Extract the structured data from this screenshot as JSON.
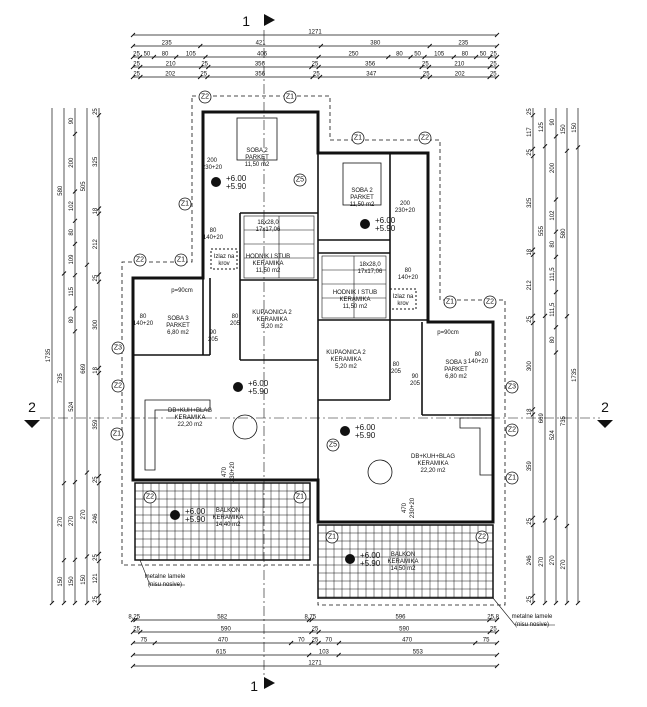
{
  "section_markers": {
    "vertical": "1",
    "horizontal": "2"
  },
  "dimensions": {
    "top_rows": [
      [
        "1271"
      ],
      [
        "235",
        "421",
        "380",
        "235"
      ],
      [
        "25",
        "50",
        "80",
        "105",
        "406",
        "250",
        "80",
        "50",
        "105",
        "80",
        "50",
        "25"
      ],
      [
        "25",
        "210",
        "25",
        "356",
        "25",
        "356",
        "25",
        "210",
        "25"
      ],
      [
        "25",
        "202",
        "25",
        "356",
        "25",
        "347",
        "25",
        "202",
        "25"
      ]
    ],
    "bottom_rows": [
      [
        "8,25",
        "582",
        "8,75",
        "596",
        "25,8"
      ],
      [
        "25",
        "590",
        "25",
        "590",
        "25"
      ],
      [
        "75",
        "470",
        "70",
        "25",
        "70",
        "470",
        "75"
      ],
      [
        "615",
        "103",
        "553"
      ],
      [
        "1271"
      ]
    ],
    "left_cols": [
      [
        "1735"
      ],
      [
        "580",
        "735",
        "270",
        "150"
      ],
      [
        "90",
        "200",
        "102",
        "80",
        "109",
        "115",
        "80",
        "524",
        "270",
        "150"
      ],
      [
        "505",
        "669",
        "270",
        "150"
      ],
      [
        "25",
        "325",
        "18",
        "212",
        "25",
        "300",
        "18",
        "359",
        "25",
        "246",
        "25",
        "121",
        "25"
      ]
    ],
    "right_cols": [
      [
        "25",
        "117",
        "25",
        "325",
        "18",
        "212",
        "25",
        "300",
        "18",
        "359",
        "25",
        "246",
        "25"
      ],
      [
        "125",
        "555",
        "669",
        "270"
      ],
      [
        "90",
        "200",
        "102",
        "80",
        "111,5",
        "111,5",
        "80",
        "524",
        "270"
      ],
      [
        "150",
        "580",
        "735",
        "270"
      ],
      [
        "150",
        "1735"
      ]
    ]
  },
  "rooms": [
    {
      "lines": [
        "SOBA 2",
        "PARKET",
        "11,50 m2"
      ]
    },
    {
      "lines": [
        "SOBA 2",
        "PARKET",
        "11,50 m2"
      ]
    },
    {
      "lines": [
        "HODNIK I STUB",
        "KERAMIKA",
        "11,50 m2"
      ]
    },
    {
      "lines": [
        "HODNIK I STUB",
        "KERAMIKA",
        "11,50 m2"
      ]
    },
    {
      "lines": [
        "KUPAONICA 2",
        "KERAMIKA",
        "5,20 m2"
      ]
    },
    {
      "lines": [
        "KUPAONICA 2",
        "KERAMIKA",
        "5,20 m2"
      ]
    },
    {
      "lines": [
        "SOBA 3",
        "PARKET",
        "6,80 m2"
      ]
    },
    {
      "lines": [
        "SOBA 3",
        "PARKET",
        "6,80 m2"
      ]
    },
    {
      "lines": [
        "DB+KUH+BLAG",
        "KERAMIKA",
        "22,20 m2"
      ]
    },
    {
      "lines": [
        "DB+KUH+BLAG",
        "KERAMIKA",
        "22,20 m2"
      ]
    },
    {
      "lines": [
        "BALKON",
        "KERAMIKA",
        "14,40 m2"
      ]
    },
    {
      "lines": [
        "BALKON",
        "KERAMIKA",
        "14,50 m2"
      ]
    },
    {
      "lines": [
        "Izlaz na",
        "krov"
      ]
    },
    {
      "lines": [
        "Izlaz na",
        "krov"
      ]
    },
    {
      "lines": [
        "18x28,0",
        "17x17,06"
      ]
    },
    {
      "lines": [
        "18x28,0",
        "17x17,06"
      ]
    }
  ],
  "openings": [
    [
      "200",
      "230+20"
    ],
    [
      "200",
      "230+20"
    ],
    [
      "80",
      "140+20"
    ],
    [
      "80",
      "140+20"
    ],
    [
      "80",
      "140+20"
    ],
    [
      "80",
      "140+20"
    ],
    [
      "90",
      "205"
    ],
    [
      "90",
      "205"
    ],
    [
      "80",
      "205"
    ],
    [
      "80",
      "205"
    ],
    [
      "470",
      "230+20"
    ],
    [
      "470",
      "230+20"
    ],
    [
      "p=90cm"
    ],
    [
      "p=90cm"
    ]
  ],
  "levels": [
    [
      "+6.00",
      "+5.90"
    ],
    [
      "+6.00",
      "+5.90"
    ],
    [
      "+6.00",
      "+5.90"
    ],
    [
      "+6.00",
      "+5.90"
    ],
    [
      "+6.00",
      "+5.90"
    ],
    [
      "+6.00",
      "+5.90"
    ]
  ],
  "tags": [
    "Z2",
    "Z1",
    "Z1",
    "Z2",
    "Z5",
    "Z1",
    "Z2",
    "Z1",
    "Z3",
    "Z2",
    "Z1",
    "Z2",
    "Z1",
    "Z1",
    "Z2",
    "Z1",
    "Z2",
    "Z3",
    "Z2",
    "Z1",
    "Z5"
  ],
  "notes": [
    [
      "metalne lamele",
      "(nisu nosive)"
    ],
    [
      "metalne lamele",
      "(nisu nosive)"
    ]
  ]
}
